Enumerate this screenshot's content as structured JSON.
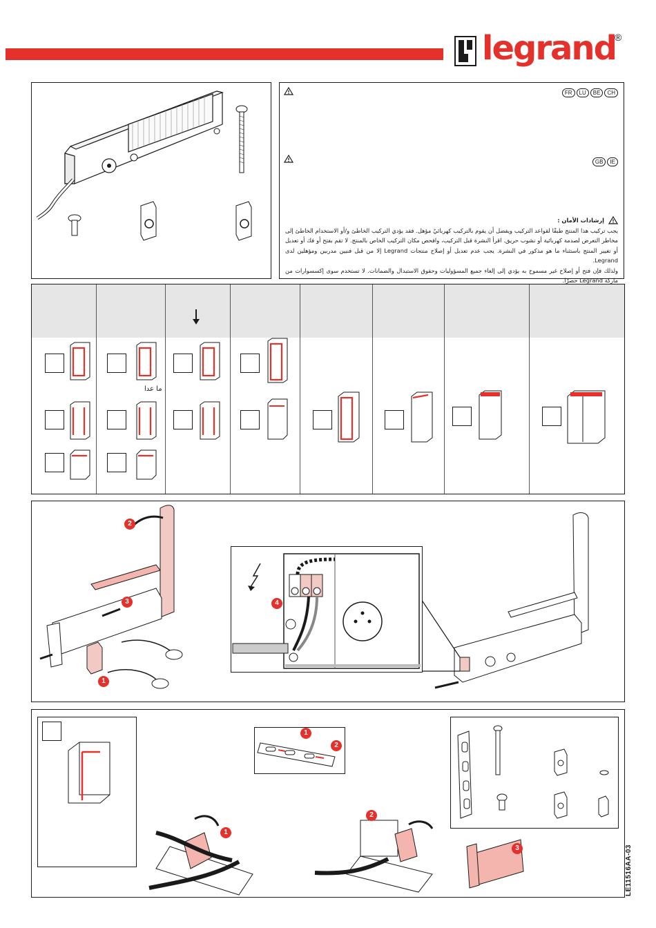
{
  "brand": {
    "name": "legrand",
    "registered": "®",
    "color": "#e4312b"
  },
  "safety": {
    "lang_group_1": [
      "FR",
      "LU",
      "BE",
      "CH"
    ],
    "lang_group_2": [
      "GB",
      "IE"
    ],
    "arabic_title": "إرشادات الأمان :",
    "arabic_body_1": "يجب تركيب هذا المنتج طبقًا لقواعد التركيب ويفضل أن يقوم بالتركيب كهربائيٌ مؤهل. فقد يؤدي التركيب الخاطئ و/أو الاستخدام الخاطئ إلى مخاطر التعرض لصدمة كهربائية أو نشوب حريق. اقرأ النشرة قبل التركيب، وافحص مكان التركيب الخاص بالمنتج. لا تقم بفتح أو فك أو تعديل أو تغيير المنتج باستثناء ما هو مذكور في النشرة. يجب عدم تعديل أو إصلاح منتجات Legrand إلا من قبل فنيين مدربين ومؤهلين لدى Legrand.",
    "arabic_body_2": "ولذلك فإن فتح أو إصلاح غير مسموح به يؤدي إلى إلغاء جميع المسؤوليات وحقوق الاستبدال والضمانات. لا تستخدم سوى إكسسوارات من ماركة Legrand حصرًا."
  },
  "table": {
    "except_label": "ما عدا"
  },
  "steps": {
    "callouts": [
      "1",
      "2",
      "3",
      "4"
    ]
  },
  "mounting": {
    "callouts_strip": [
      "1",
      "2"
    ],
    "callouts_bend": [
      "1",
      "2",
      "3"
    ]
  },
  "document_ref": "LE11516AA-03"
}
